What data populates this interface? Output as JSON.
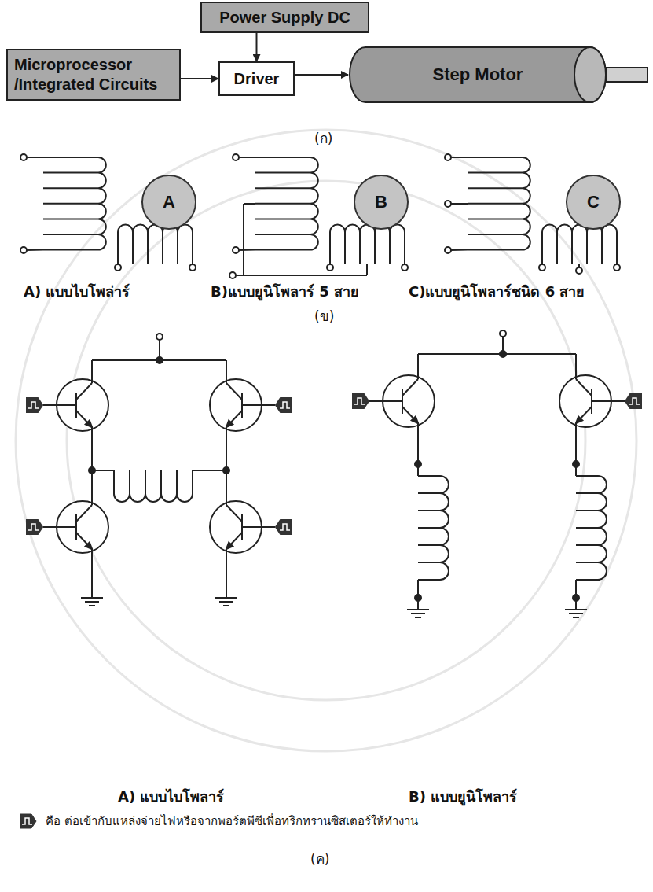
{
  "diagram": {
    "nodes": [
      {
        "text": [
          "Power Supply DC"
        ]
      },
      {
        "text": [
          "Microprocessor /Integrated Circuits"
        ]
      },
      {
        "text": [
          "Driver"
        ]
      },
      {
        "text": [
          "Step Motor"
        ]
      },
      {
        "text": [
          "A"
        ]
      },
      {
        "text": [
          "B"
        ]
      },
      {
        "text": [
          "C"
        ]
      }
    ],
    "edges": [
      {
        "from": 0,
        "to": 2,
        "arrow": "to"
      },
      {
        "from": 1,
        "to": 2,
        "arrow": "to"
      },
      {
        "from": 2,
        "to": 3,
        "arrow": "to"
      }
    ],
    "labels": [
      "(ก)",
      "A) แบบไบโพล่าร์",
      "B)แบบยูนิโพลาร์ 5 สาย",
      "C)แบบยูนิโพลาร์ชนิด 6 สาย",
      "(ข)",
      "A) แบบไบโพลาร์",
      "B) แบบยูนิโพลาร์",
      "(ค)"
    ],
    "legend": [
      {
        "text": "คือ ต่อเข้ากับแหล่งจ่ายไฟหรือจากพอร์ตพีซีเพื่อทริกทรานซิสเตอร์ให้ทำงาน"
      }
    ]
  }
}
